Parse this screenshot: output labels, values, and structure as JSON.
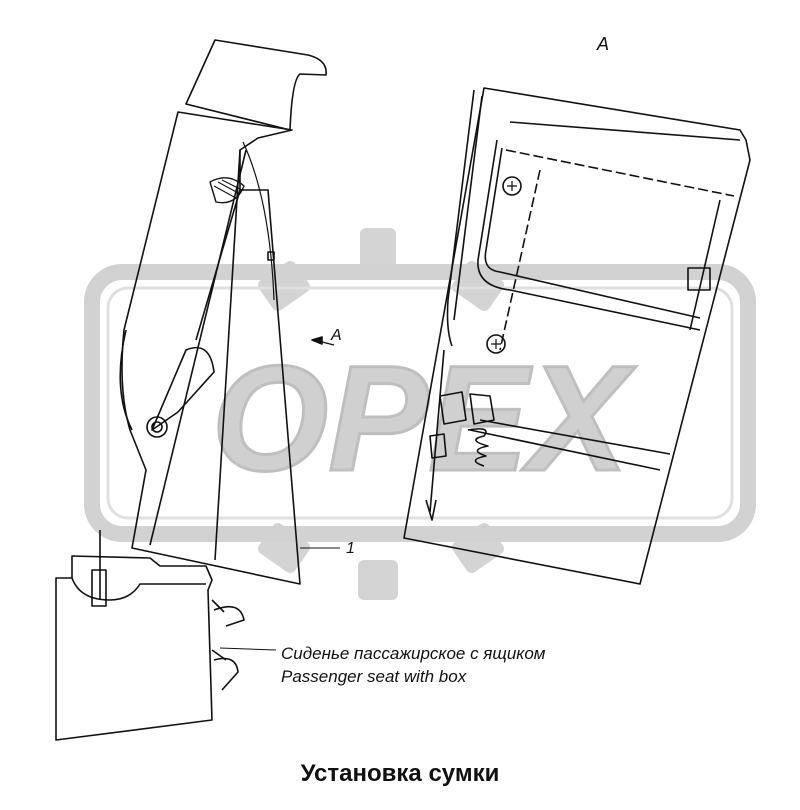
{
  "labels": {
    "view": "А",
    "view_arrow": "А",
    "callout": "1",
    "seat_ru": "Сиденье пассажирское с ящиком",
    "seat_en": "Passenger seat with box",
    "title": "Установка сумки"
  },
  "watermark": {
    "text": "OPEX",
    "color": "#cfcfcf"
  },
  "colors": {
    "line": "#111111",
    "background": "#ffffff"
  }
}
